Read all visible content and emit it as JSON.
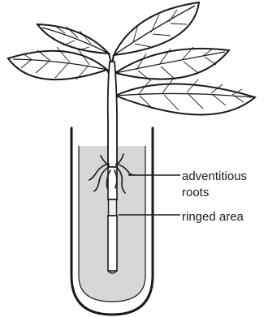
{
  "diagram": {
    "labels": {
      "adventitious_line1": "adventitious",
      "adventitious_line2": "roots",
      "ringed_area": "ringed area"
    },
    "colors": {
      "background": "#ffffff",
      "water": "#d7d7d7",
      "stroke": "#1a1a1a"
    }
  }
}
